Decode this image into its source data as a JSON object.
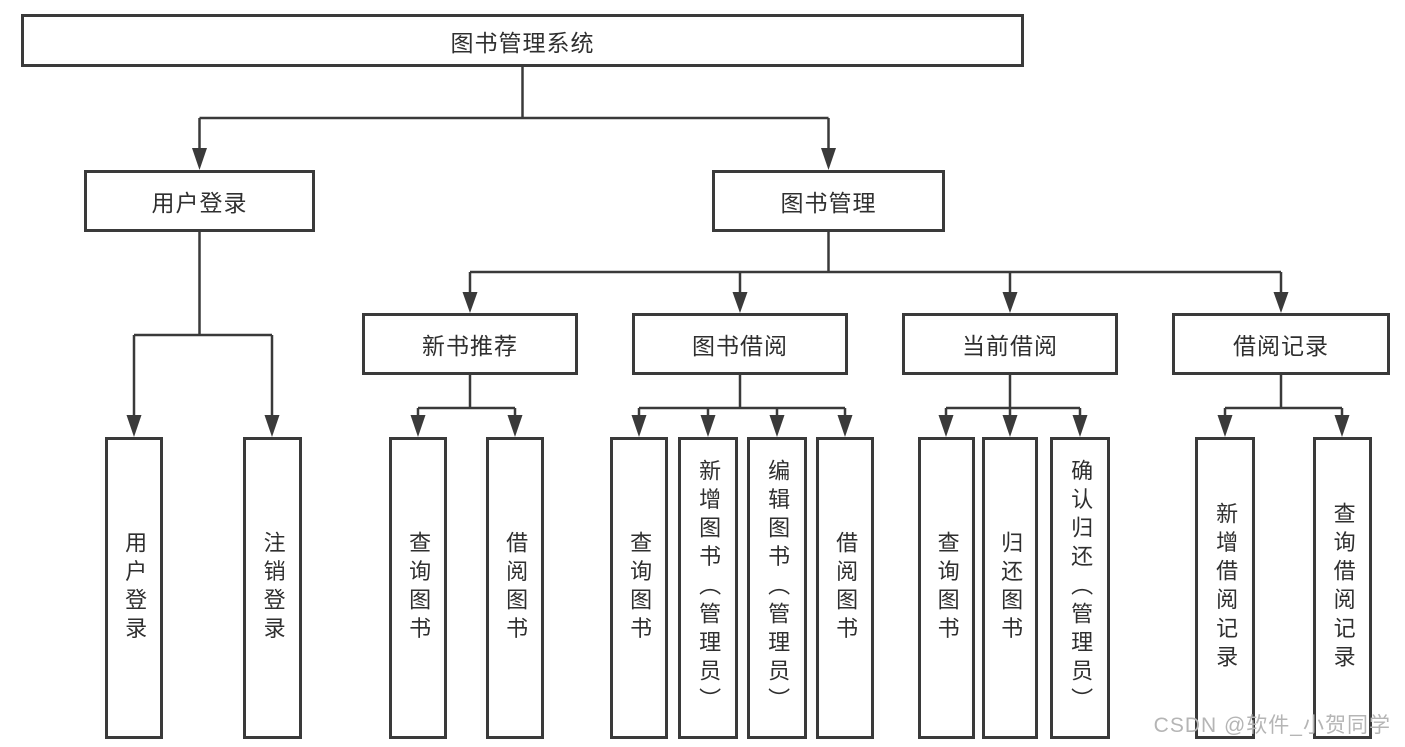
{
  "diagram": {
    "root": {
      "label": "图书管理系统"
    },
    "branches": [
      {
        "label": "用户登录",
        "children": [
          {
            "label": "用户登录"
          },
          {
            "label": "注销登录"
          }
        ]
      },
      {
        "label": "图书管理",
        "children": [
          {
            "label": "新书推荐",
            "children": [
              {
                "label": "查询图书"
              },
              {
                "label": "借阅图书"
              }
            ]
          },
          {
            "label": "图书借阅",
            "children": [
              {
                "label": "查询图书"
              },
              {
                "label": "新增图书（管理员）"
              },
              {
                "label": "编辑图书（管理员）"
              },
              {
                "label": "借阅图书"
              }
            ]
          },
          {
            "label": "当前借阅",
            "children": [
              {
                "label": "查询图书"
              },
              {
                "label": "归还图书"
              },
              {
                "label": "确认归还（管理员）"
              }
            ]
          },
          {
            "label": "借阅记录",
            "children": [
              {
                "label": "新增借阅记录"
              },
              {
                "label": "查询借阅记录"
              }
            ]
          }
        ]
      }
    ]
  },
  "watermark": {
    "text": "CSDN @软件_小贺同学"
  },
  "colors": {
    "line": "#3a3a3a",
    "text": "#2f2f2f",
    "background": "#ffffff",
    "watermark": "#b5b5b5"
  }
}
